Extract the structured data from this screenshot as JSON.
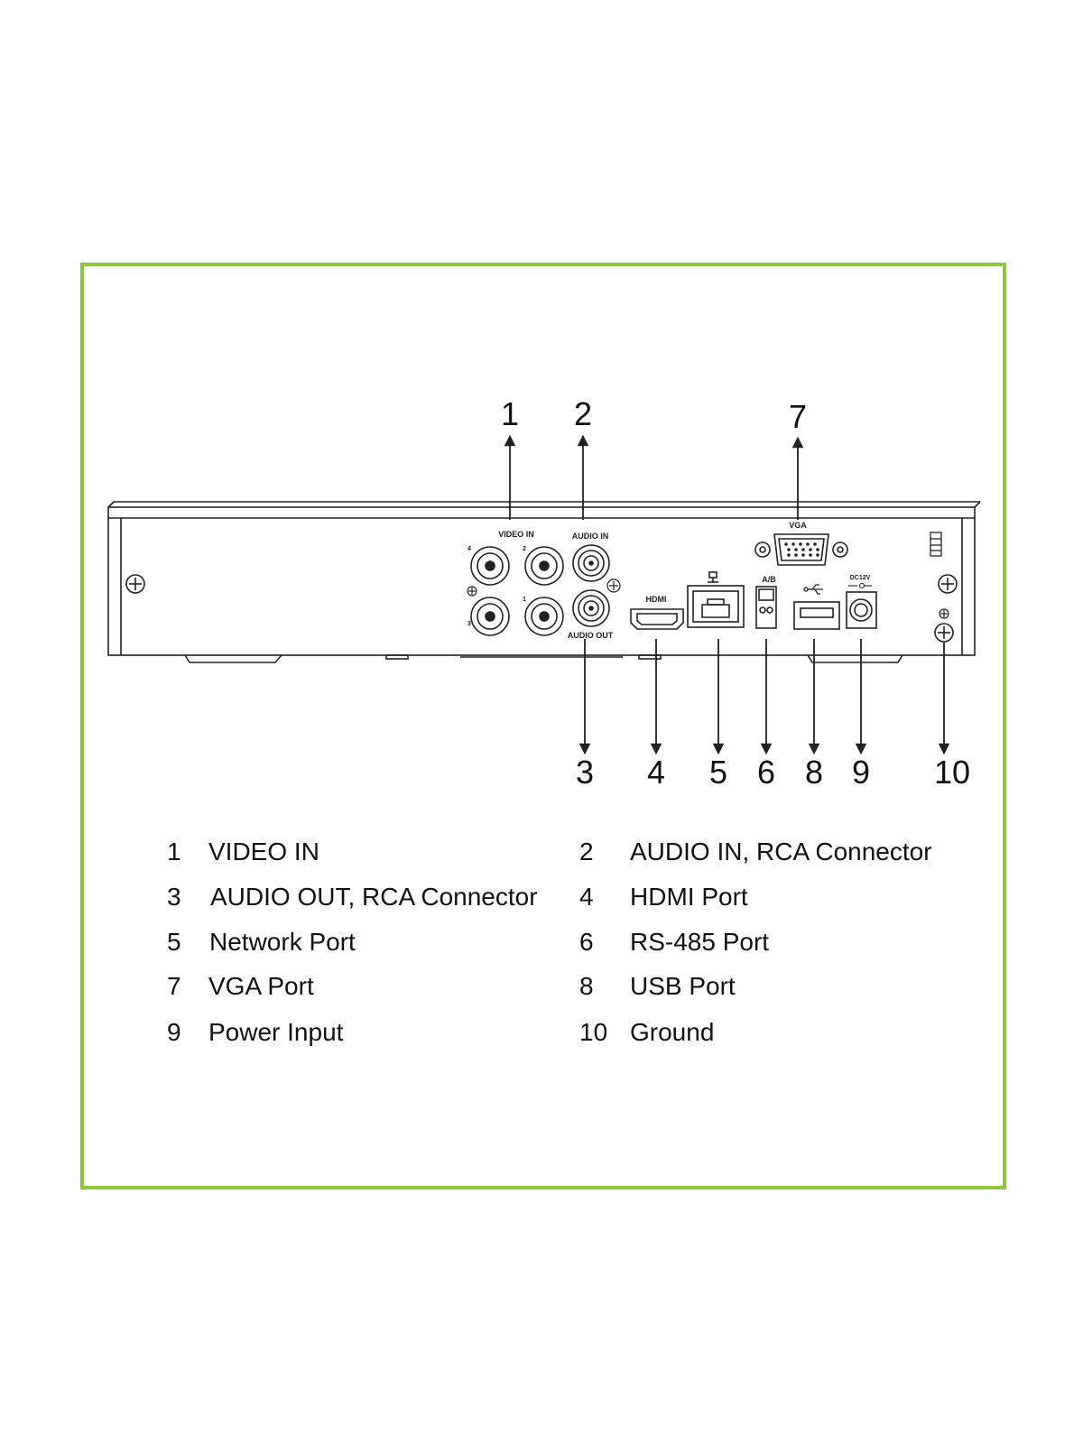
{
  "device_labels": {
    "video_in": "VIDEO IN",
    "audio_in": "AUDIO IN",
    "audio_out": "AUDIO OUT",
    "vga": "VGA",
    "hdmi": "HDMI",
    "rs485": "A/B",
    "power": "DC12V",
    "bnc_channels": [
      "4",
      "2",
      "3",
      "1"
    ]
  },
  "callouts": {
    "c1": "1",
    "c2": "2",
    "c7": "7",
    "c3": "3",
    "c4": "4",
    "c5": "5",
    "c6": "6",
    "c8": "8",
    "c9": "9",
    "c10": "10"
  },
  "legend": [
    {
      "num": "1",
      "label": "VIDEO IN"
    },
    {
      "num": "2",
      "label": "AUDIO IN, RCA Connector"
    },
    {
      "num": "3",
      "label": "AUDIO OUT, RCA Connector"
    },
    {
      "num": "4",
      "label": "HDMI Port"
    },
    {
      "num": "5",
      "label": "Network Port"
    },
    {
      "num": "6",
      "label": "RS-485 Port"
    },
    {
      "num": "7",
      "label": "VGA Port"
    },
    {
      "num": "8",
      "label": "USB Port"
    },
    {
      "num": "9",
      "label": "Power Input"
    },
    {
      "num": "10",
      "label": "Ground"
    }
  ],
  "colors": {
    "frame_border": "#8dc63f",
    "line": "#222222"
  }
}
